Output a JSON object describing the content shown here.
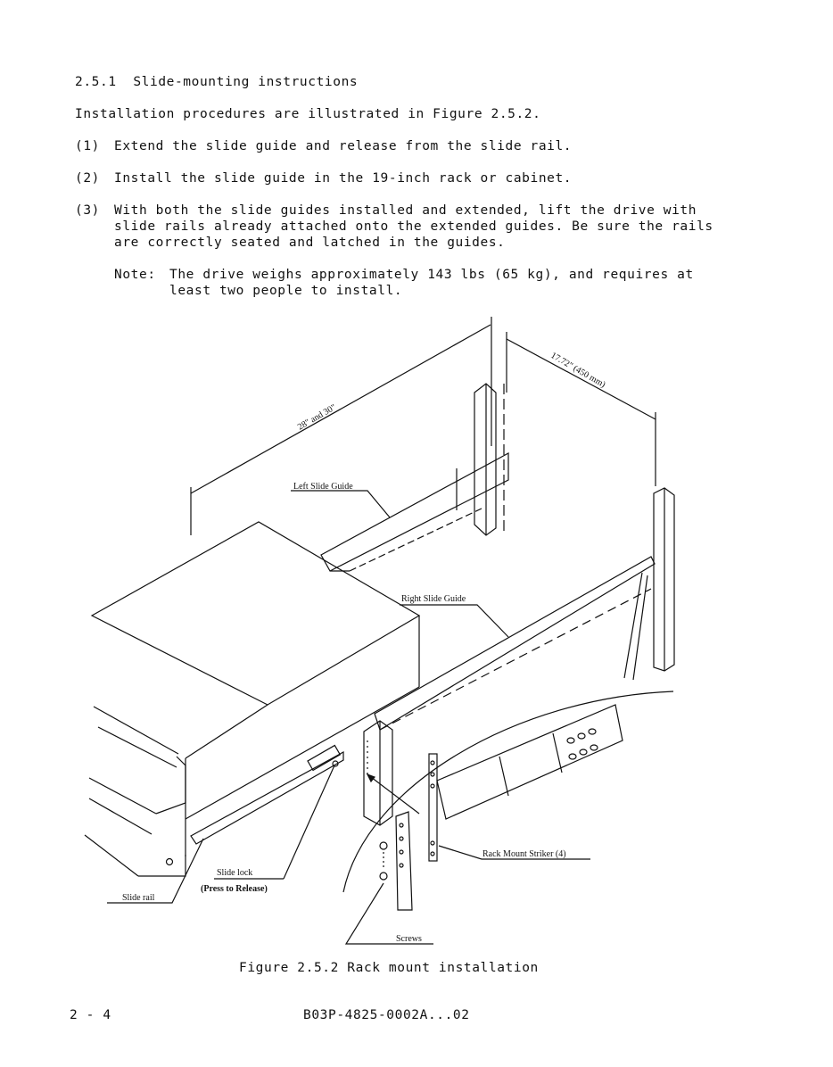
{
  "section": {
    "number": "2.5.1",
    "title": "Slide-mounting instructions"
  },
  "intro": "Installation procedures are illustrated in Figure 2.5.2.",
  "steps": [
    {
      "num": "(1)",
      "lines": [
        "Extend the slide guide and release from the slide rail."
      ]
    },
    {
      "num": "(2)",
      "lines": [
        "Install the slide guide in the 19-inch rack or cabinet."
      ]
    },
    {
      "num": "(3)",
      "lines": [
        "With both the slide guides installed and extended, lift the drive with",
        "slide rails already attached onto the extended guides.  Be sure the rails",
        "are correctly seated and latched in the guides."
      ]
    }
  ],
  "note": {
    "label": "Note:",
    "lines": [
      "The drive weighs approximately 143 lbs (65 kg), and requires at",
      "least two people to install."
    ]
  },
  "figure": {
    "caption": "Figure 2.5.2  Rack mount installation",
    "dim_depth": "28\" and 30\"",
    "dim_width": "17.72\" (450 mm)",
    "labels": {
      "left_slide_guide": "Left Slide Guide",
      "right_slide_guide": "Right Slide Guide",
      "rack_mount_striker": "Rack Mount Striker (4)",
      "slide_lock": "Slide lock",
      "press_to_release": "(Press to Release)",
      "slide_rail": "Slide rail",
      "screws": "Screws"
    }
  },
  "footer": {
    "page": "2 - 4",
    "doc_number": "B03P-4825-0002A...02"
  }
}
